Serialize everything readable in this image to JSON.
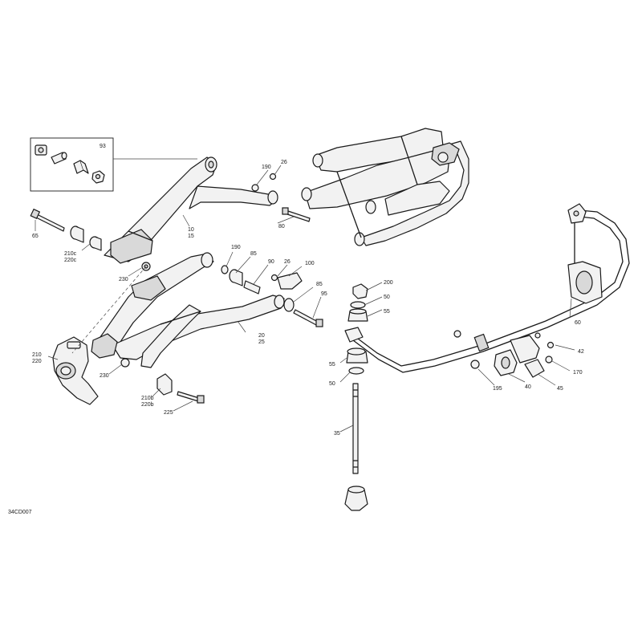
{
  "diagram_ref": "34CD007",
  "callouts": {
    "c93": "93",
    "c190a": "190",
    "c26a": "26",
    "c65": "65",
    "c80": "80",
    "c10": "10",
    "c15": "15",
    "c210c": "210c",
    "c220c": "220c",
    "c230a": "230",
    "c190b": "190",
    "c85a": "85",
    "c90": "90",
    "c26b": "26",
    "c100": "100",
    "c85b": "85",
    "c95": "95",
    "c20": "20",
    "c25": "25",
    "c210": "210",
    "c220": "220",
    "c230b": "230",
    "c210b": "210b",
    "c220b": "220b",
    "c225": "225",
    "c200": "200",
    "c50a": "50",
    "c55a": "55",
    "c60": "60",
    "c55b": "55",
    "c50b": "50",
    "c42": "42",
    "c170": "170",
    "c195": "195",
    "c40": "40",
    "c45": "45",
    "c35": "35"
  },
  "icons": [
    "a-arm-upper",
    "a-arm-lower",
    "knuckle",
    "frame-assembly",
    "sway-bar",
    "sway-bar-link",
    "bushing",
    "bolt",
    "nut",
    "washer",
    "bracket"
  ]
}
